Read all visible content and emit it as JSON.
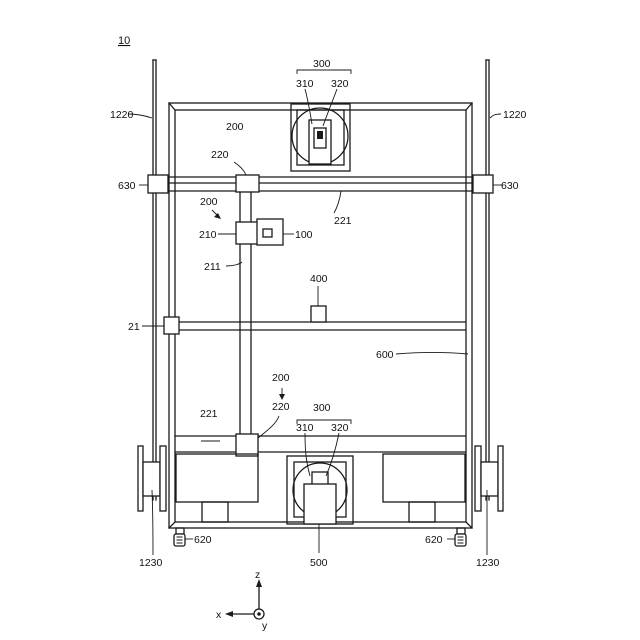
{
  "figure_ref": "10",
  "labels": {
    "l1220_left": "1220",
    "l1220_right": "1220",
    "l630_left": "630",
    "l630_right": "630",
    "l300_top": "300",
    "l310_top": "310",
    "l320_top": "320",
    "l200_top": "200",
    "l220_top": "220",
    "l221_top": "221",
    "l200_mid": "200",
    "l210": "210",
    "l100": "100",
    "l211": "211",
    "l400": "400",
    "l21": "21",
    "l600": "600",
    "l200_bottom": "200",
    "l220_bottom": "220",
    "l221_bottom": "221",
    "l300_bottom": "300",
    "l310_bottom": "310",
    "l320_bottom": "320",
    "l620_left": "620",
    "l620_right": "620",
    "l500": "500",
    "l1230_left": "1230",
    "l1230_right": "1230"
  },
  "axes": {
    "z": "z",
    "x": "x",
    "y": "y"
  }
}
